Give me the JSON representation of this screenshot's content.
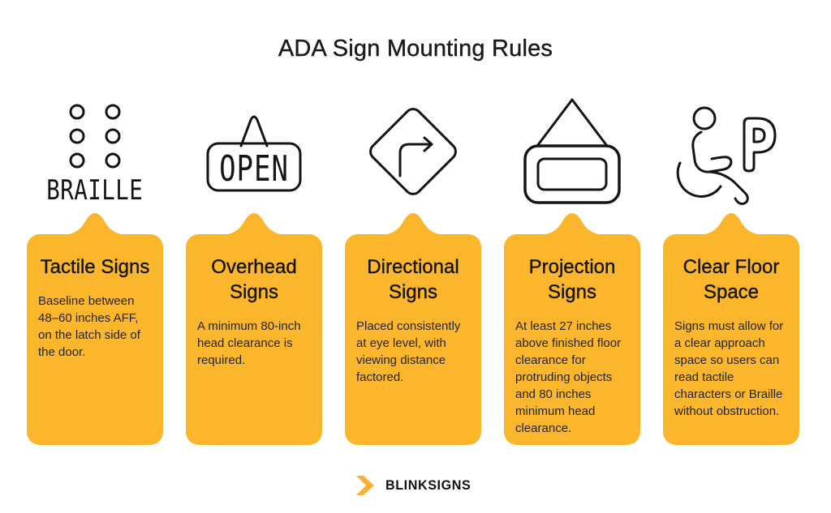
{
  "title": "ADA Sign Mounting Rules",
  "columns": [
    {
      "icon": "braille-sign",
      "icon_label": "BRAILLE",
      "title": "Tactile Signs",
      "body": "Baseline between 48–60 inches AFF, on the latch side of the door."
    },
    {
      "icon": "open-hanging-sign",
      "icon_label": "OPEN",
      "title": "Overhead Signs",
      "body": "A minimum 80-inch head clearance is required."
    },
    {
      "icon": "directional-arrow-sign",
      "title": "Directional Signs",
      "body": "Placed consistently at eye level, with viewing distance factored."
    },
    {
      "icon": "projection-hanging-sign",
      "title": "Projection Signs",
      "body": "At least 27 inches above finished floor clearance for protruding objects and 80 inches minimum head clearance."
    },
    {
      "icon": "accessible-parking",
      "icon_label": "P",
      "title": "Clear Floor Space",
      "body": "Signs must allow for a clear approach space so users can read tactile characters or Braille without obstruction."
    }
  ],
  "footer": {
    "brand": "BLINKSIGNS"
  },
  "colors": {
    "card_orange": "#FCB62B",
    "logo_orange": "#F9B233",
    "icon_stroke": "#141414",
    "text_dark": "#1B1B1B"
  }
}
